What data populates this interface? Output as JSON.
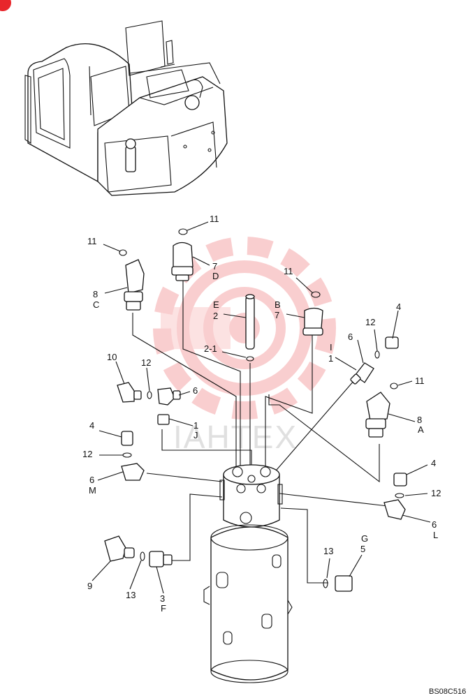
{
  "diagram": {
    "drawing_code": "BS08C516",
    "watermark_text": "IAHTEX",
    "colors": {
      "line": "#111111",
      "watermark": "#e8262b",
      "corner_badge": "#e8262b"
    },
    "callouts": [
      {
        "id": "c11a",
        "num": "11"
      },
      {
        "id": "c11b",
        "num": "11"
      },
      {
        "id": "c8c",
        "num": "8",
        "letter": "C"
      },
      {
        "id": "c7d",
        "num": "7",
        "letter": "D"
      },
      {
        "id": "c11c",
        "num": "11"
      },
      {
        "id": "c2e",
        "num": "2",
        "letter": "E"
      },
      {
        "id": "c7b",
        "num": "7",
        "letter": "B"
      },
      {
        "id": "c4a",
        "num": "4"
      },
      {
        "id": "c12a",
        "num": "12"
      },
      {
        "id": "c6a",
        "num": "6"
      },
      {
        "id": "c1i",
        "num": "1",
        "letter": "I"
      },
      {
        "id": "c21",
        "num": "2-1"
      },
      {
        "id": "c11d",
        "num": "11"
      },
      {
        "id": "c10",
        "num": "10"
      },
      {
        "id": "c12b",
        "num": "12"
      },
      {
        "id": "c6b",
        "num": "6"
      },
      {
        "id": "c8a",
        "num": "8",
        "letter": "A"
      },
      {
        "id": "c1j",
        "num": "1",
        "letter": "J"
      },
      {
        "id": "c4b",
        "num": "4"
      },
      {
        "id": "c12c",
        "num": "12"
      },
      {
        "id": "c6m",
        "num": "6",
        "letter": "M"
      },
      {
        "id": "c4c",
        "num": "4"
      },
      {
        "id": "c12d",
        "num": "12"
      },
      {
        "id": "c6l",
        "num": "6",
        "letter": "L"
      },
      {
        "id": "c5g",
        "num": "5",
        "letter": "G"
      },
      {
        "id": "c13a",
        "num": "13"
      },
      {
        "id": "c9",
        "num": "9"
      },
      {
        "id": "c13b",
        "num": "13"
      },
      {
        "id": "c3f",
        "num": "3",
        "letter": "F"
      }
    ]
  }
}
